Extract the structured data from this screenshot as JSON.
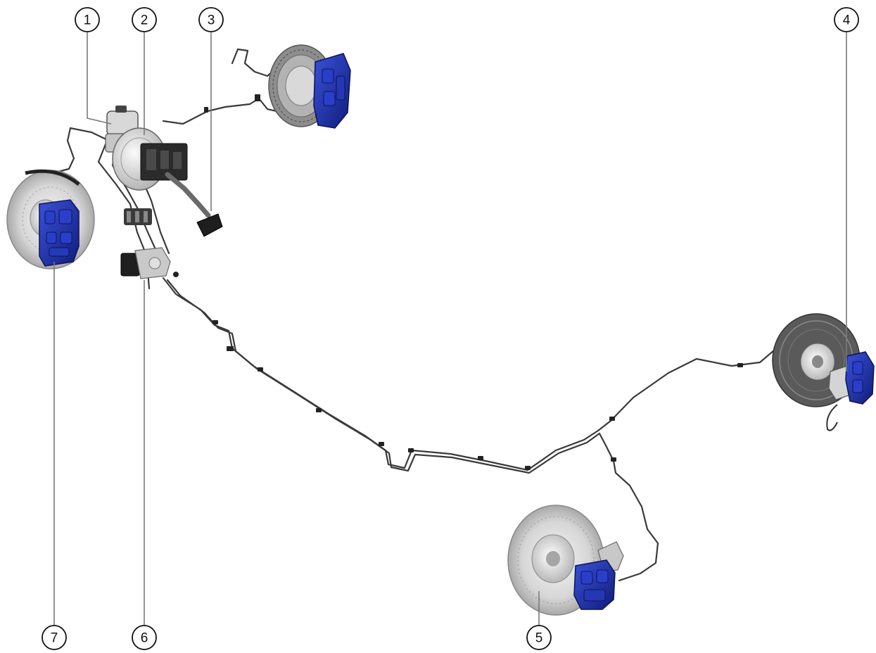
{
  "callouts": {
    "c1": "1",
    "c2": "2",
    "c3": "3",
    "c4": "4",
    "c5": "5",
    "c6": "6",
    "c7": "7"
  },
  "colors": {
    "caliper_blue": "#1c2fa8",
    "disc_grey": "#cfcfcf",
    "line_dark": "#333333",
    "leader": "#777777"
  }
}
